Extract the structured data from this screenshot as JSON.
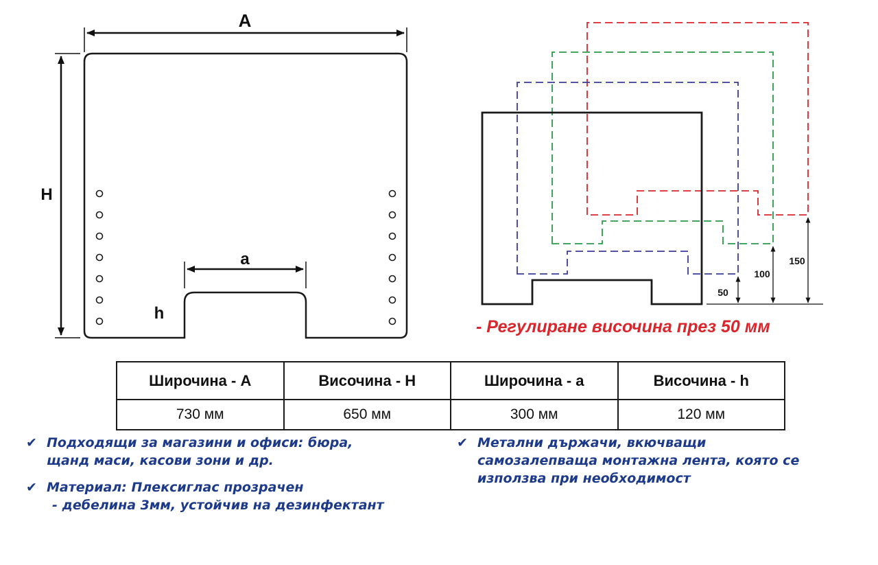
{
  "diagram": {
    "panel": {
      "label_A": "A",
      "label_H": "H",
      "label_a": "a",
      "label_h": "h",
      "mounting_holes_per_side": 7
    },
    "height_adjust": {
      "levels": [
        {
          "label": "50",
          "color": "#3b3b9a"
        },
        {
          "label": "100",
          "color": "#2a9a48"
        },
        {
          "label": "150",
          "color": "#d9262c"
        }
      ],
      "caption": "- Регулиране височина през 50 мм",
      "caption_color": "#d9262c"
    }
  },
  "spec_table": {
    "headers": [
      "Широчина - А",
      "Височина - Н",
      "Широчина - а",
      "Височина - h"
    ],
    "values": [
      "730 мм",
      "650 мм",
      "300 мм",
      "120 мм"
    ]
  },
  "features": [
    {
      "icon": "check-icon",
      "lines": [
        "Подходящи за магазини и офиси: бюра,",
        "щанд маси, касови зони и др."
      ]
    },
    {
      "icon": "check-icon",
      "lines": [
        "Материал: Плексиглас прозрачен",
        "- дебелина 3мм, устойчив на дезинфектант"
      ]
    },
    {
      "icon": "check-icon",
      "lines": [
        "Метални държачи, вкючващи",
        "самозалепваща монтажна лента, която се",
        "използва при необходимост"
      ]
    }
  ],
  "colors": {
    "feature_text": "#1d3a8a",
    "outline": "#1a1a1a"
  }
}
